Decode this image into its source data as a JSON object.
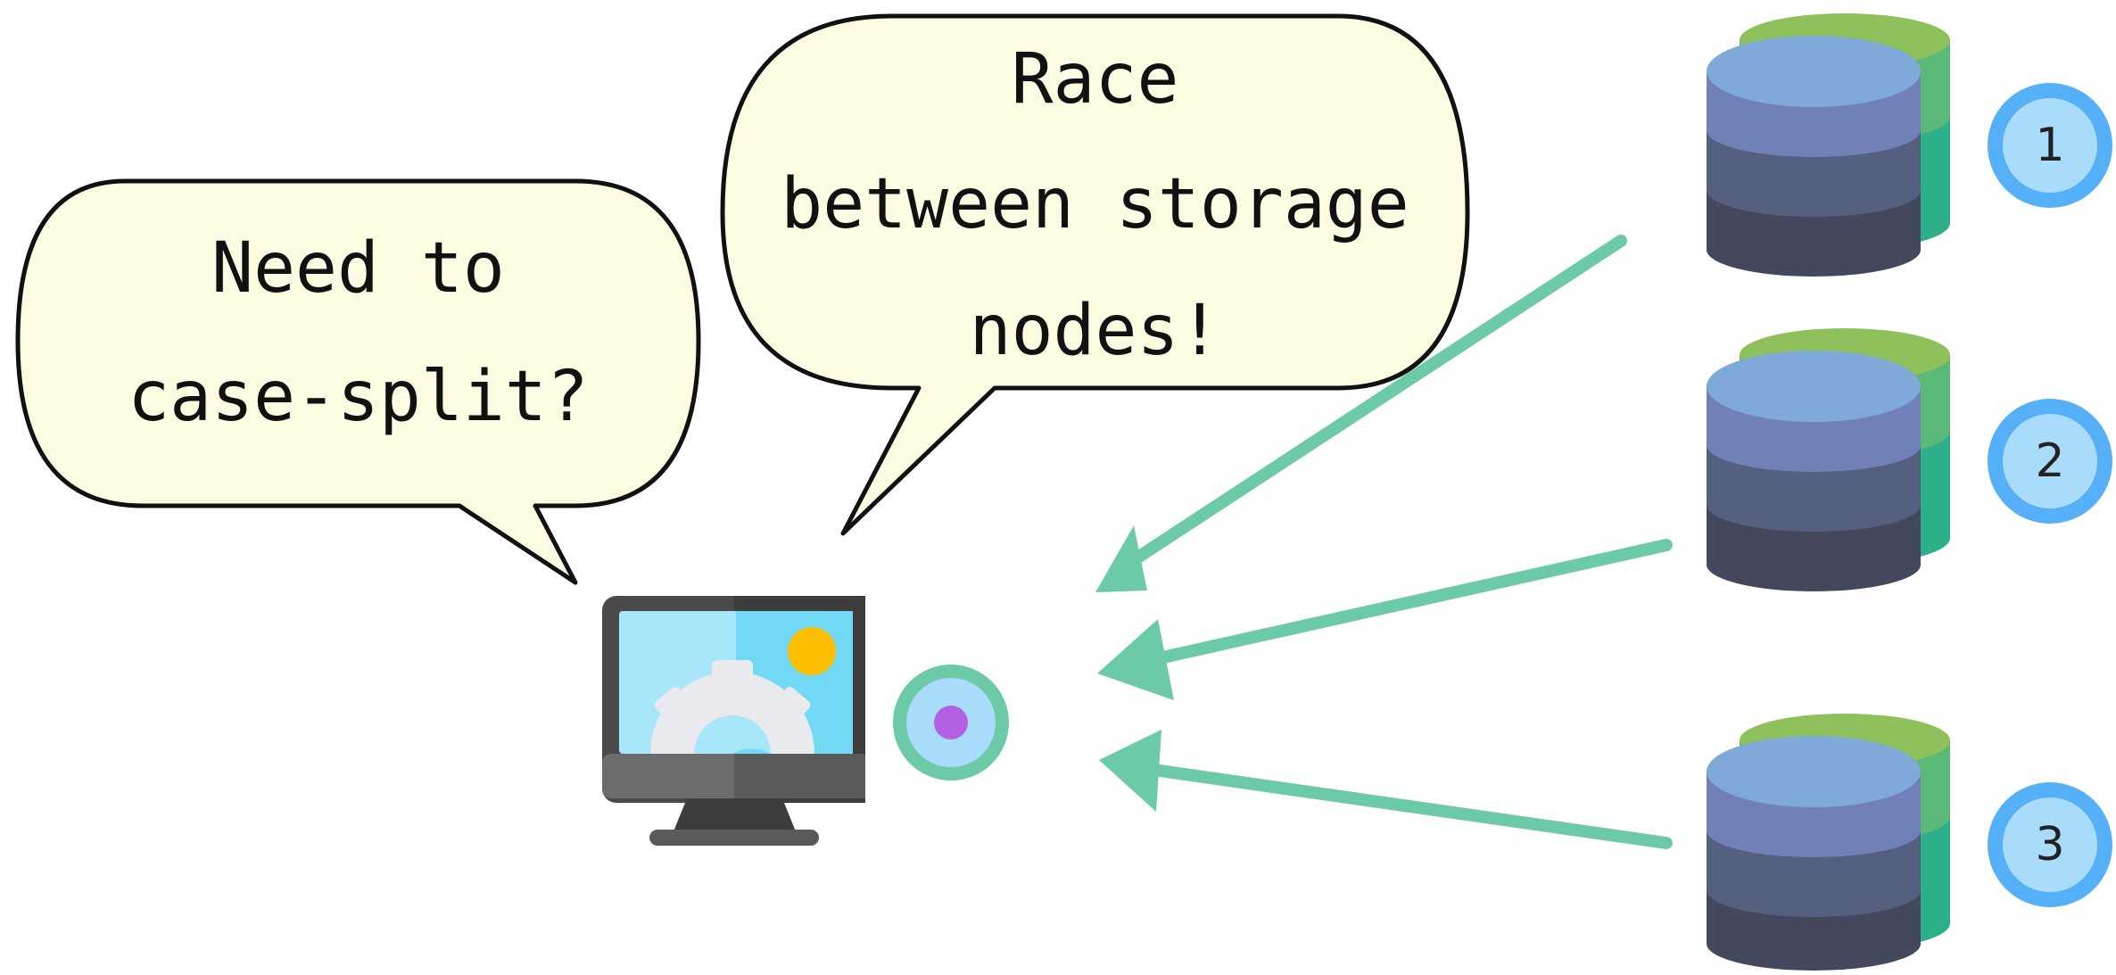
{
  "bubbles": {
    "left": {
      "lines": [
        "Need to",
        "case-split?"
      ]
    },
    "right": {
      "lines": [
        "Race",
        "between storage",
        "nodes!"
      ]
    }
  },
  "storage_nodes": [
    {
      "label": "1"
    },
    {
      "label": "2"
    },
    {
      "label": "3"
    }
  ],
  "colors": {
    "bubble_fill": "#fdfce3",
    "arrow": "#6ccba6",
    "badge_ring": "#55b0f8",
    "badge_fill": "#a9dcfb",
    "token_ring": "#6ccba6",
    "token_fill": "#a9dcfb",
    "token_dot": "#b060e0",
    "monitor_screen": "#a8e6fa",
    "monitor_frame": "#4a4a4a",
    "sun": "#ffbf00",
    "db_top": "#7ea9d8",
    "db_mid": "#7181b8",
    "db_low": "#555f7f",
    "db_bottom": "#43485d",
    "db_back_top": "#8ec05b",
    "db_back_mid": "#2db089"
  },
  "icons": {
    "client": "computer-gear-icon",
    "token": "token-circle-icon",
    "storage": "database-stack-icon"
  }
}
